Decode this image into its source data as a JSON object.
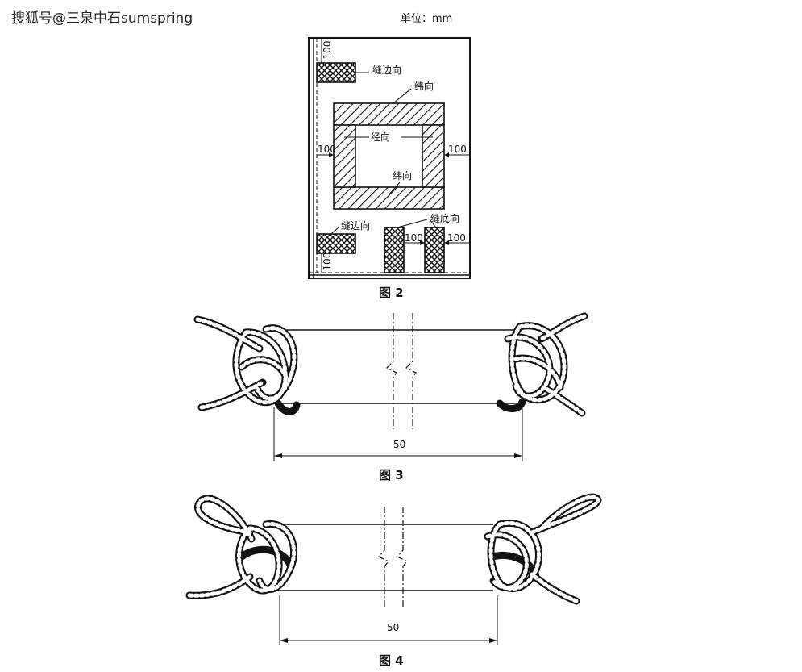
{
  "watermark": "搜狐号@三泉中石sumspring",
  "unit": "单位：mm",
  "figure2": {
    "caption": "图 2",
    "labels": {
      "selvage_top": "缝边向",
      "weft_top": "纬向",
      "warp": "经向",
      "weft_bottom": "纬向",
      "selvage_bottom": "缝边向",
      "bottom_seam": "缝底向"
    },
    "dims": {
      "top_left": "100",
      "left": "100",
      "right": "100",
      "bottom_left": "100",
      "bottom_mid": "100",
      "bottom_right": "100"
    }
  },
  "figure3": {
    "caption": "图 3",
    "length": "50"
  },
  "figure4": {
    "caption": "图 4",
    "length": "50"
  }
}
